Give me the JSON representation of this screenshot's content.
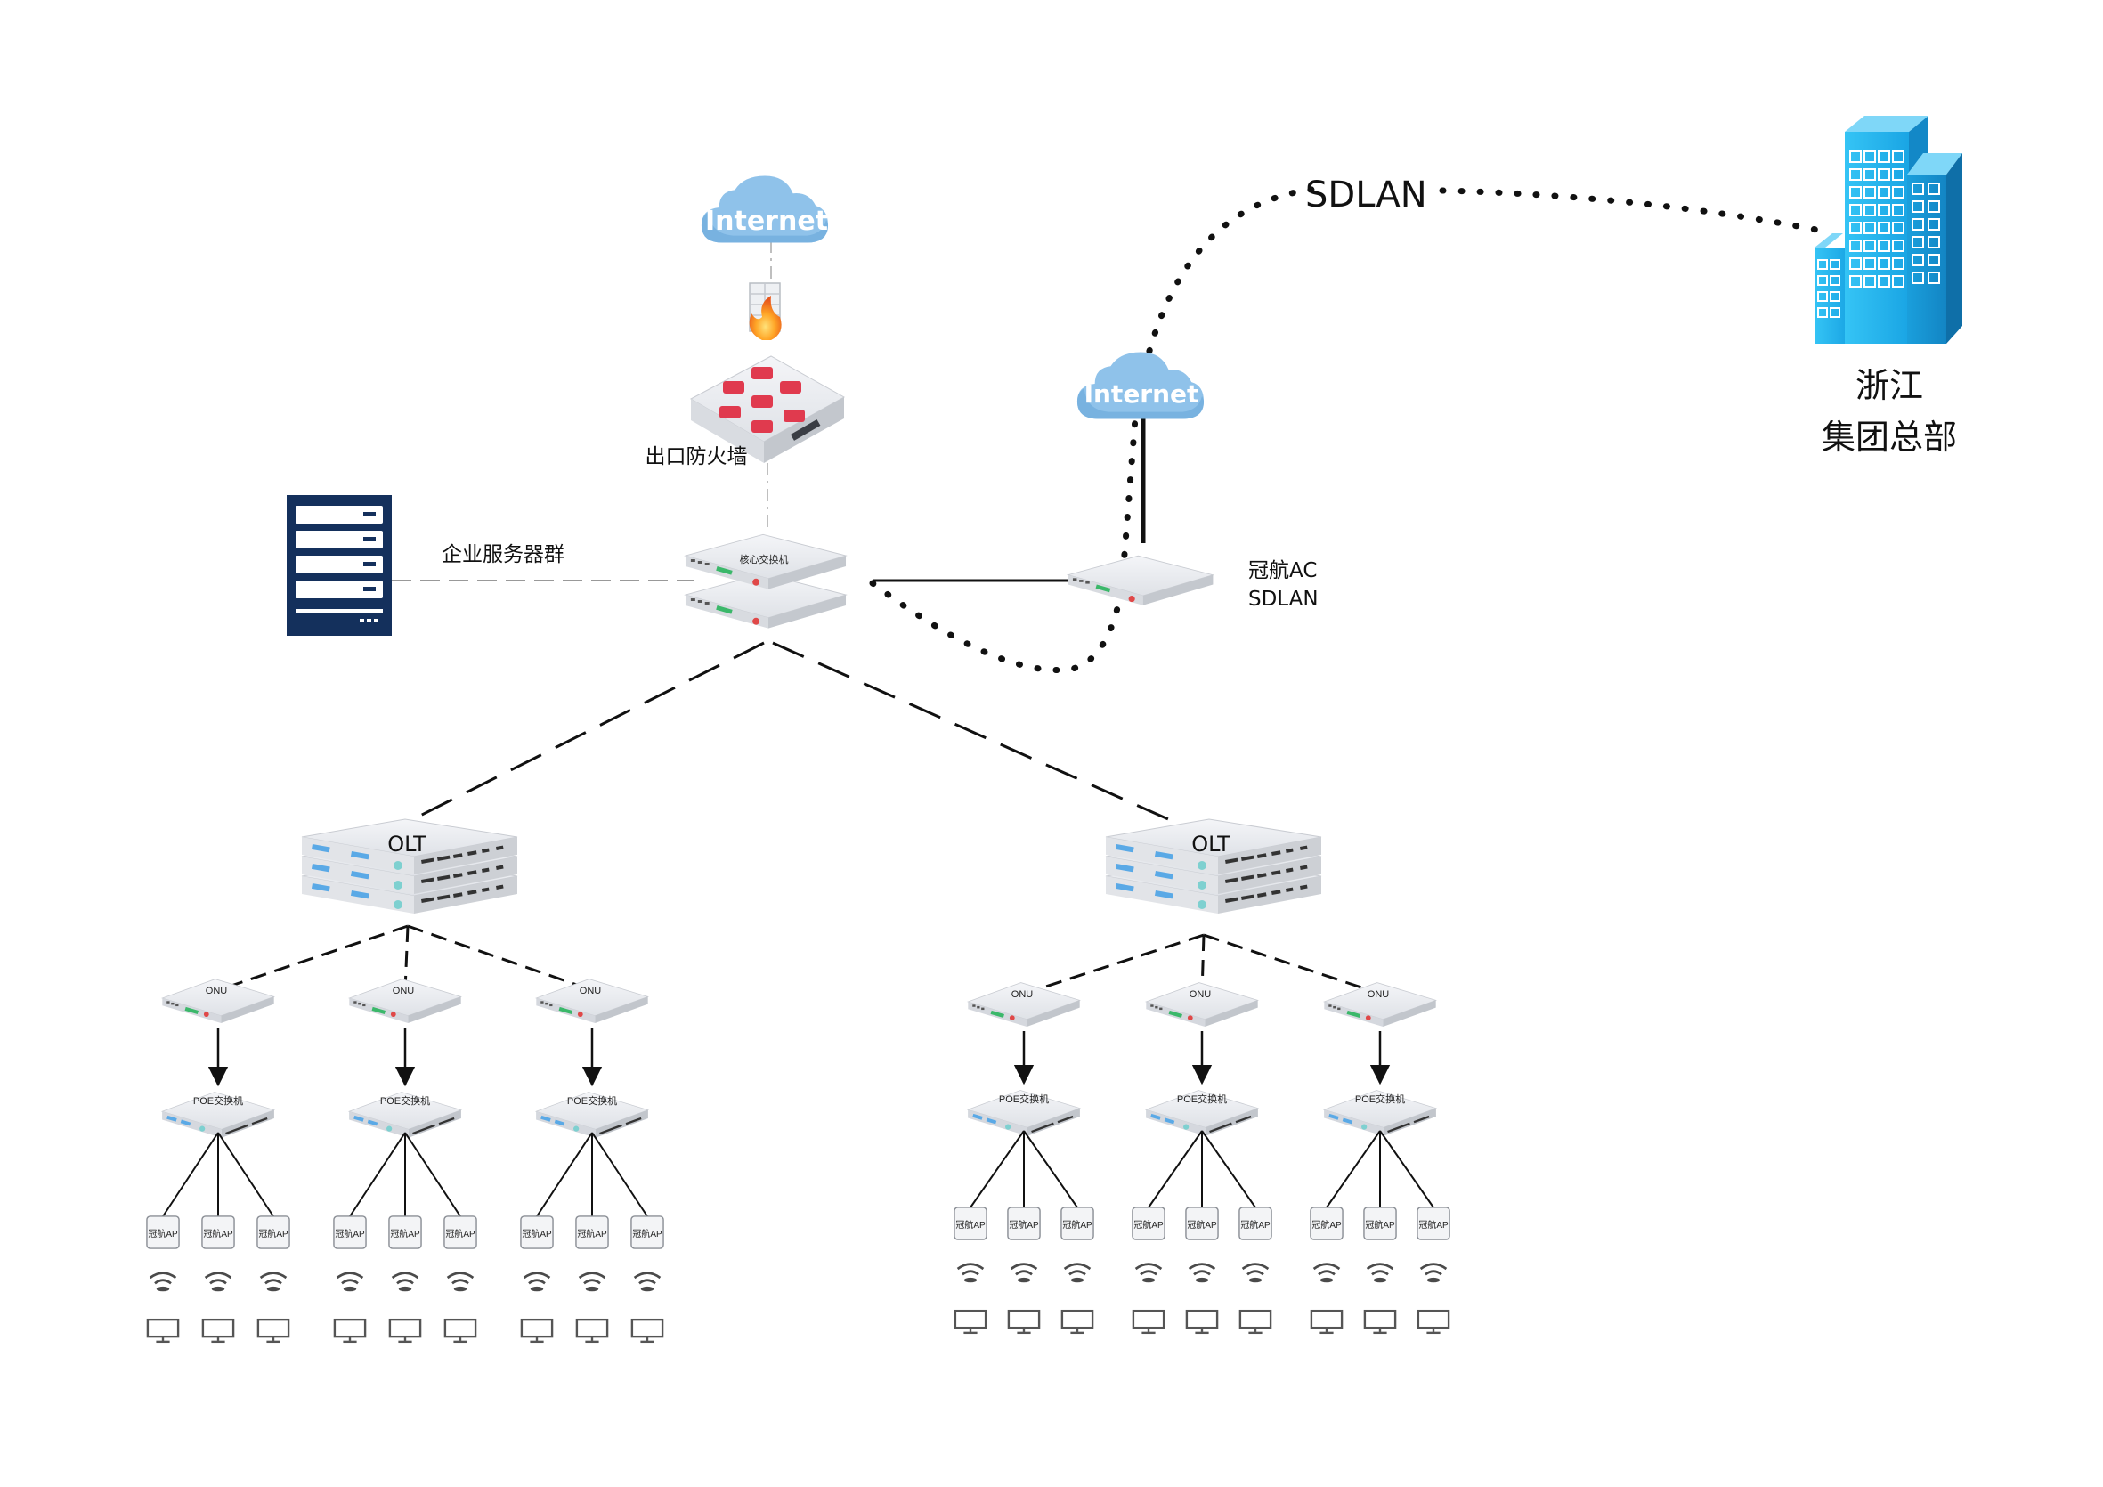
{
  "internet_top": {
    "label": "Internet"
  },
  "internet_right": {
    "label": "Internet"
  },
  "sdlan_link": {
    "label": "SDLAN"
  },
  "headquarters": {
    "line1": "浙江",
    "line2": "集团总部"
  },
  "firewall": {
    "label": "出口防火墙"
  },
  "server_cluster": {
    "label": "企业服务器群"
  },
  "core_switch": {
    "label": "核心交换机"
  },
  "ac_controller": {
    "line1": "冠航AC",
    "line2": "SDLAN"
  },
  "olt": {
    "label": "OLT"
  },
  "onu": {
    "label": "ONU"
  },
  "poe_switch": {
    "label": "POE交换机"
  },
  "access_point": {
    "label": "冠航AP"
  },
  "colors": {
    "cloud": "#8fc2ea",
    "building": "#29b6ee",
    "server_rack": "#14305c",
    "firewall_accent": "#e03a4e",
    "device_body": "#e6e8ec",
    "led_green": "#3bb86a",
    "led_red": "#e04848",
    "port_blue": "#5aa9e6"
  },
  "icons": [
    "cloud-icon",
    "firewall-flame-icon",
    "firewall-appliance-icon",
    "server-rack-icon",
    "core-switch-icon",
    "ac-controller-icon",
    "building-icon",
    "olt-icon",
    "onu-icon",
    "poe-switch-icon",
    "access-point-icon",
    "wifi-signal-icon",
    "monitor-icon"
  ]
}
